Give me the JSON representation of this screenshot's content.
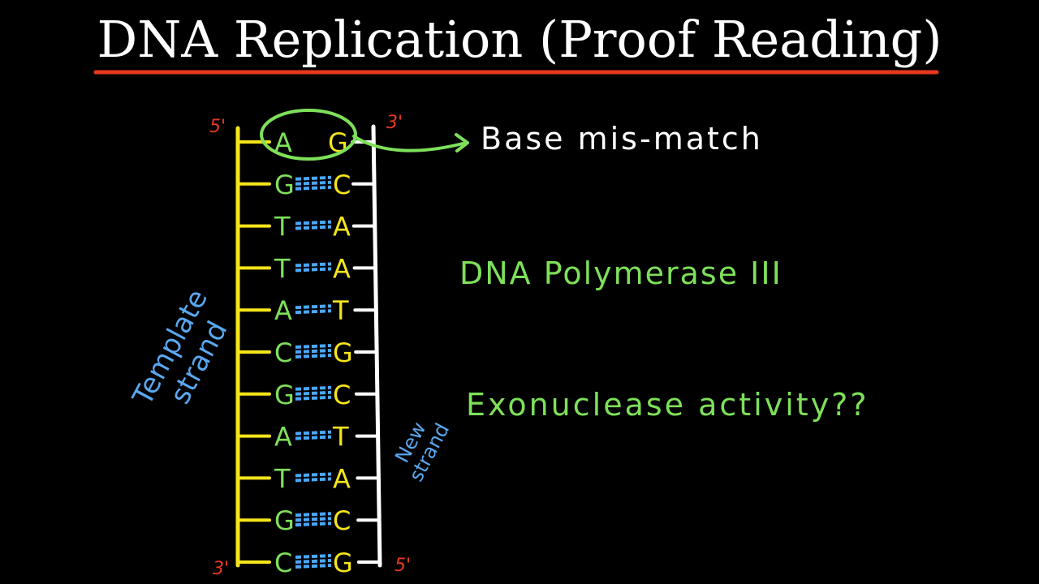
{
  "title": "DNA Replication (Proof Reading)",
  "colors": {
    "title_underline": "#e8391d",
    "template_strand": "#f5e51b",
    "new_strand": "#ffffff",
    "end_labels": "#e8391d",
    "hbond": "#4aa8ff",
    "template_base": "#7ee05a",
    "new_base": "#f5e51b",
    "highlight": "#7ee05a",
    "note_white": "#ffffff",
    "note_green": "#7ee05a",
    "strand_label": "#5aa8f0"
  },
  "ends": {
    "template_top": "5'",
    "new_top": "3'",
    "template_bottom": "3'",
    "new_bottom": "5'"
  },
  "base_pairs": [
    {
      "template": "A",
      "new": "G",
      "bonds": 0
    },
    {
      "template": "G",
      "new": "C",
      "bonds": 3
    },
    {
      "template": "T",
      "new": "A",
      "bonds": 2
    },
    {
      "template": "T",
      "new": "A",
      "bonds": 2
    },
    {
      "template": "A",
      "new": "T",
      "bonds": 2
    },
    {
      "template": "C",
      "new": "G",
      "bonds": 3
    },
    {
      "template": "G",
      "new": "C",
      "bonds": 3
    },
    {
      "template": "A",
      "new": "T",
      "bonds": 2
    },
    {
      "template": "T",
      "new": "A",
      "bonds": 2
    },
    {
      "template": "G",
      "new": "C",
      "bonds": 3
    },
    {
      "template": "C",
      "new": "G",
      "bonds": 3
    }
  ],
  "labels": {
    "template_line1": "Template",
    "template_line2": "strand",
    "new_line1": "New",
    "new_line2": "strand"
  },
  "notes": {
    "mismatch": "Base mis-match",
    "polymerase": "DNA Polymerase III",
    "exonuclease": "Exonuclease activity??"
  }
}
